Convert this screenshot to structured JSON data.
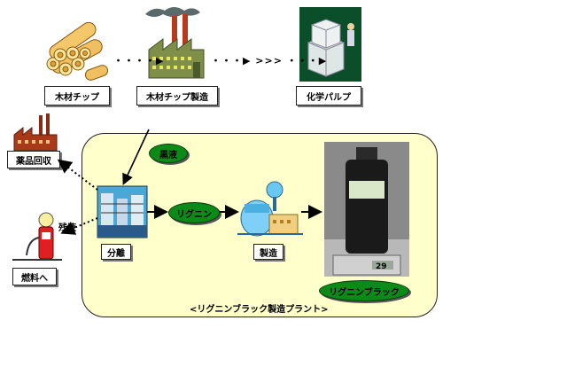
{
  "top_row": {
    "wood_chip": "木材チップ",
    "chip_production": "木材チップ製造",
    "chemical_pulp": "化学パルプ",
    "connector_1": "・・・・▶",
    "connector_2": "・・・▶ >>> ・・・▶"
  },
  "left_side": {
    "chemical_recovery": "薬品回収",
    "fuel": "燃料へ",
    "remainder_label": "残液"
  },
  "plant": {
    "black_liquor": "黒液",
    "separation": "分離",
    "lignin": "リグニン",
    "production": "製造",
    "lignin_black": "リグニンブラック",
    "caption": "<リグニンブラック製造プラント>",
    "scale_reading": "29"
  },
  "colors": {
    "plant_bg": "#ffffcc",
    "oval_green": "#0b8a18",
    "factory_green": "#7f8f4a"
  }
}
